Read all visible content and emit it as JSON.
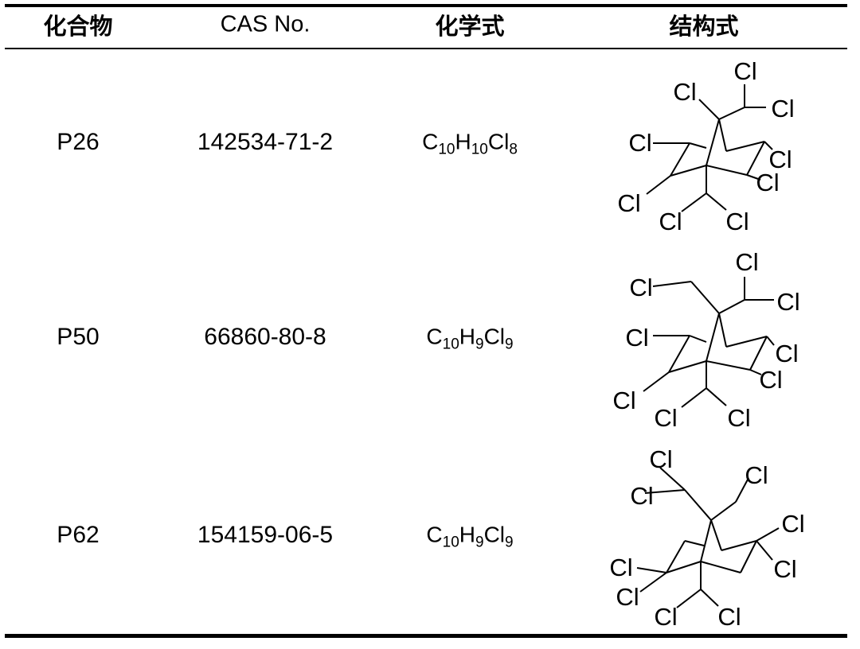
{
  "headers": {
    "compound": "化合物",
    "cas": "CAS No.",
    "formula": "化学式",
    "structure": "结构式"
  },
  "rows": [
    {
      "compound": "P26",
      "cas": "142534-71-2",
      "formula": [
        {
          "el": "C",
          "n": "10"
        },
        {
          "el": "H",
          "n": "10"
        },
        {
          "el": "Cl",
          "n": "8"
        }
      ],
      "atom_label": "Cl",
      "structure_icon": "chlorinated-bornane-structure"
    },
    {
      "compound": "P50",
      "cas": "66860-80-8",
      "formula": [
        {
          "el": "C",
          "n": "10"
        },
        {
          "el": "H",
          "n": "9"
        },
        {
          "el": "Cl",
          "n": "9"
        }
      ],
      "atom_label": "Cl",
      "structure_icon": "chlorinated-bornane-structure"
    },
    {
      "compound": "P62",
      "cas": "154159-06-5",
      "formula": [
        {
          "el": "C",
          "n": "10"
        },
        {
          "el": "H",
          "n": "9"
        },
        {
          "el": "Cl",
          "n": "9"
        }
      ],
      "atom_label": "Cl",
      "structure_icon": "chlorinated-bornane-structure"
    }
  ]
}
